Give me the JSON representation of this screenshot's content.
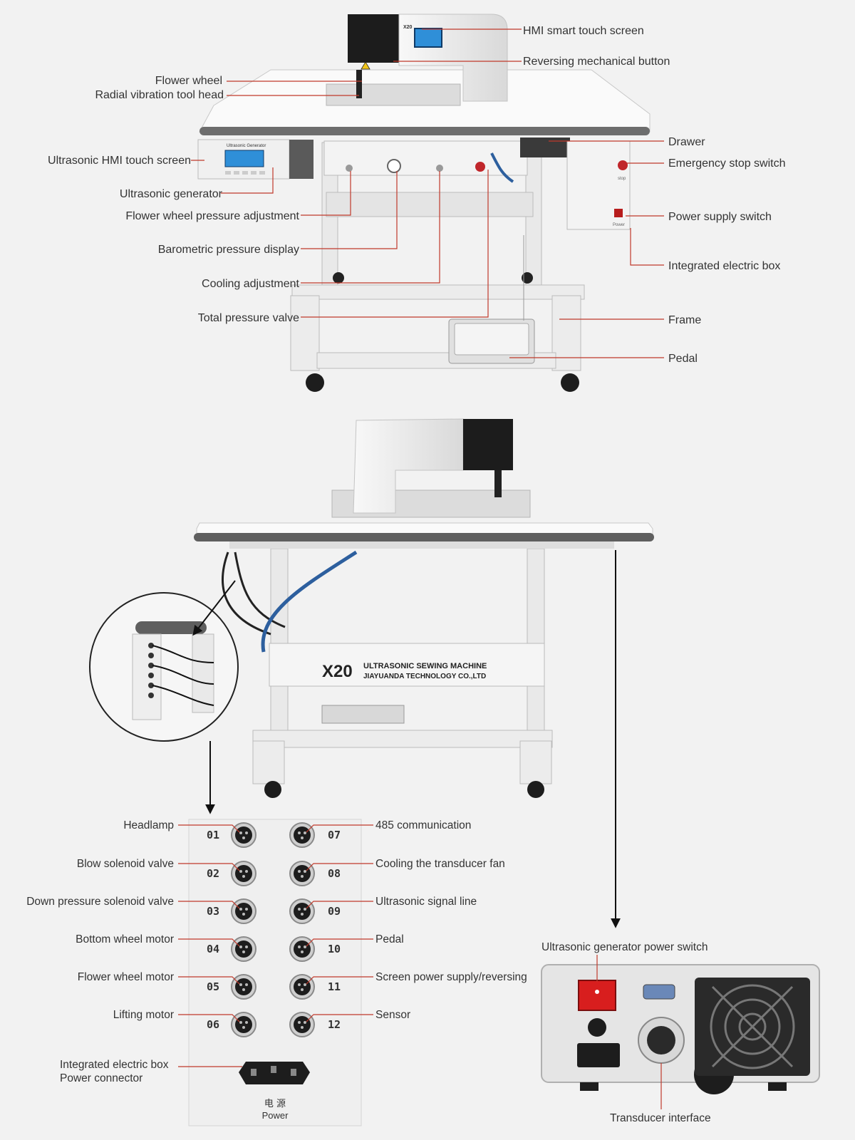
{
  "top_view": {
    "labels": {
      "hmi_smart_touch_screen": "HMI smart touch screen",
      "reversing_mechanical_button": "Reversing mechanical button",
      "flower_wheel": "Flower wheel",
      "radial_vibration_tool_head": "Radial vibration tool head",
      "drawer": "Drawer",
      "emergency_stop_switch": "Emergency stop switch",
      "ultrasonic_hmi_touch_screen": "Ultrasonic HMI touch screen",
      "ultrasonic_generator": "Ultrasonic generator",
      "power_supply_switch": "Power supply switch",
      "flower_wheel_pressure_adjustment": "Flower wheel pressure adjustment",
      "barometric_pressure_display": "Barometric pressure display",
      "integrated_electric_box": "Integrated electric box",
      "cooling_adjustment": "Cooling adjustment",
      "total_pressure_valve": "Total pressure valve",
      "frame": "Frame",
      "pedal": "Pedal"
    },
    "generator_panel_title": "Ultrasonic Generator",
    "head_model": "X20",
    "box_stop_label": "stop",
    "box_power_label": "Power"
  },
  "rear_view": {
    "machine_model": "X20",
    "machine_name": "ULTRASONIC SEWING MACHINE",
    "company": "JIAYUANDA TECHNOLOGY CO.,LTD"
  },
  "connector_panel": {
    "left_ports": [
      {
        "number": "01",
        "label": "Headlamp"
      },
      {
        "number": "02",
        "label": "Blow solenoid valve"
      },
      {
        "number": "03",
        "label": "Down pressure solenoid valve"
      },
      {
        "number": "04",
        "label": "Bottom wheel motor"
      },
      {
        "number": "05",
        "label": "Flower wheel motor"
      },
      {
        "number": "06",
        "label": "Lifting motor"
      }
    ],
    "right_ports": [
      {
        "number": "07",
        "label": "485 communication"
      },
      {
        "number": "08",
        "label": "Cooling the transducer fan"
      },
      {
        "number": "09",
        "label": "Ultrasonic signal line"
      },
      {
        "number": "10",
        "label": "Pedal"
      },
      {
        "number": "11",
        "label": "Screen power supply/reversing"
      },
      {
        "number": "12",
        "label": "Sensor"
      }
    ],
    "power_connector_label_line1": "Integrated electric box",
    "power_connector_label_line2": "Power connector",
    "power_cn": "电 源",
    "power_en": "Power"
  },
  "generator_back": {
    "power_switch_label": "Ultrasonic generator power switch",
    "transducer_interface_label": "Transducer interface"
  },
  "colors": {
    "leader_line": "#c0392b",
    "emergency_stop": "#c0262b",
    "power_switch": "#d81e1e",
    "hmi_screen": "#2f8fd8"
  }
}
